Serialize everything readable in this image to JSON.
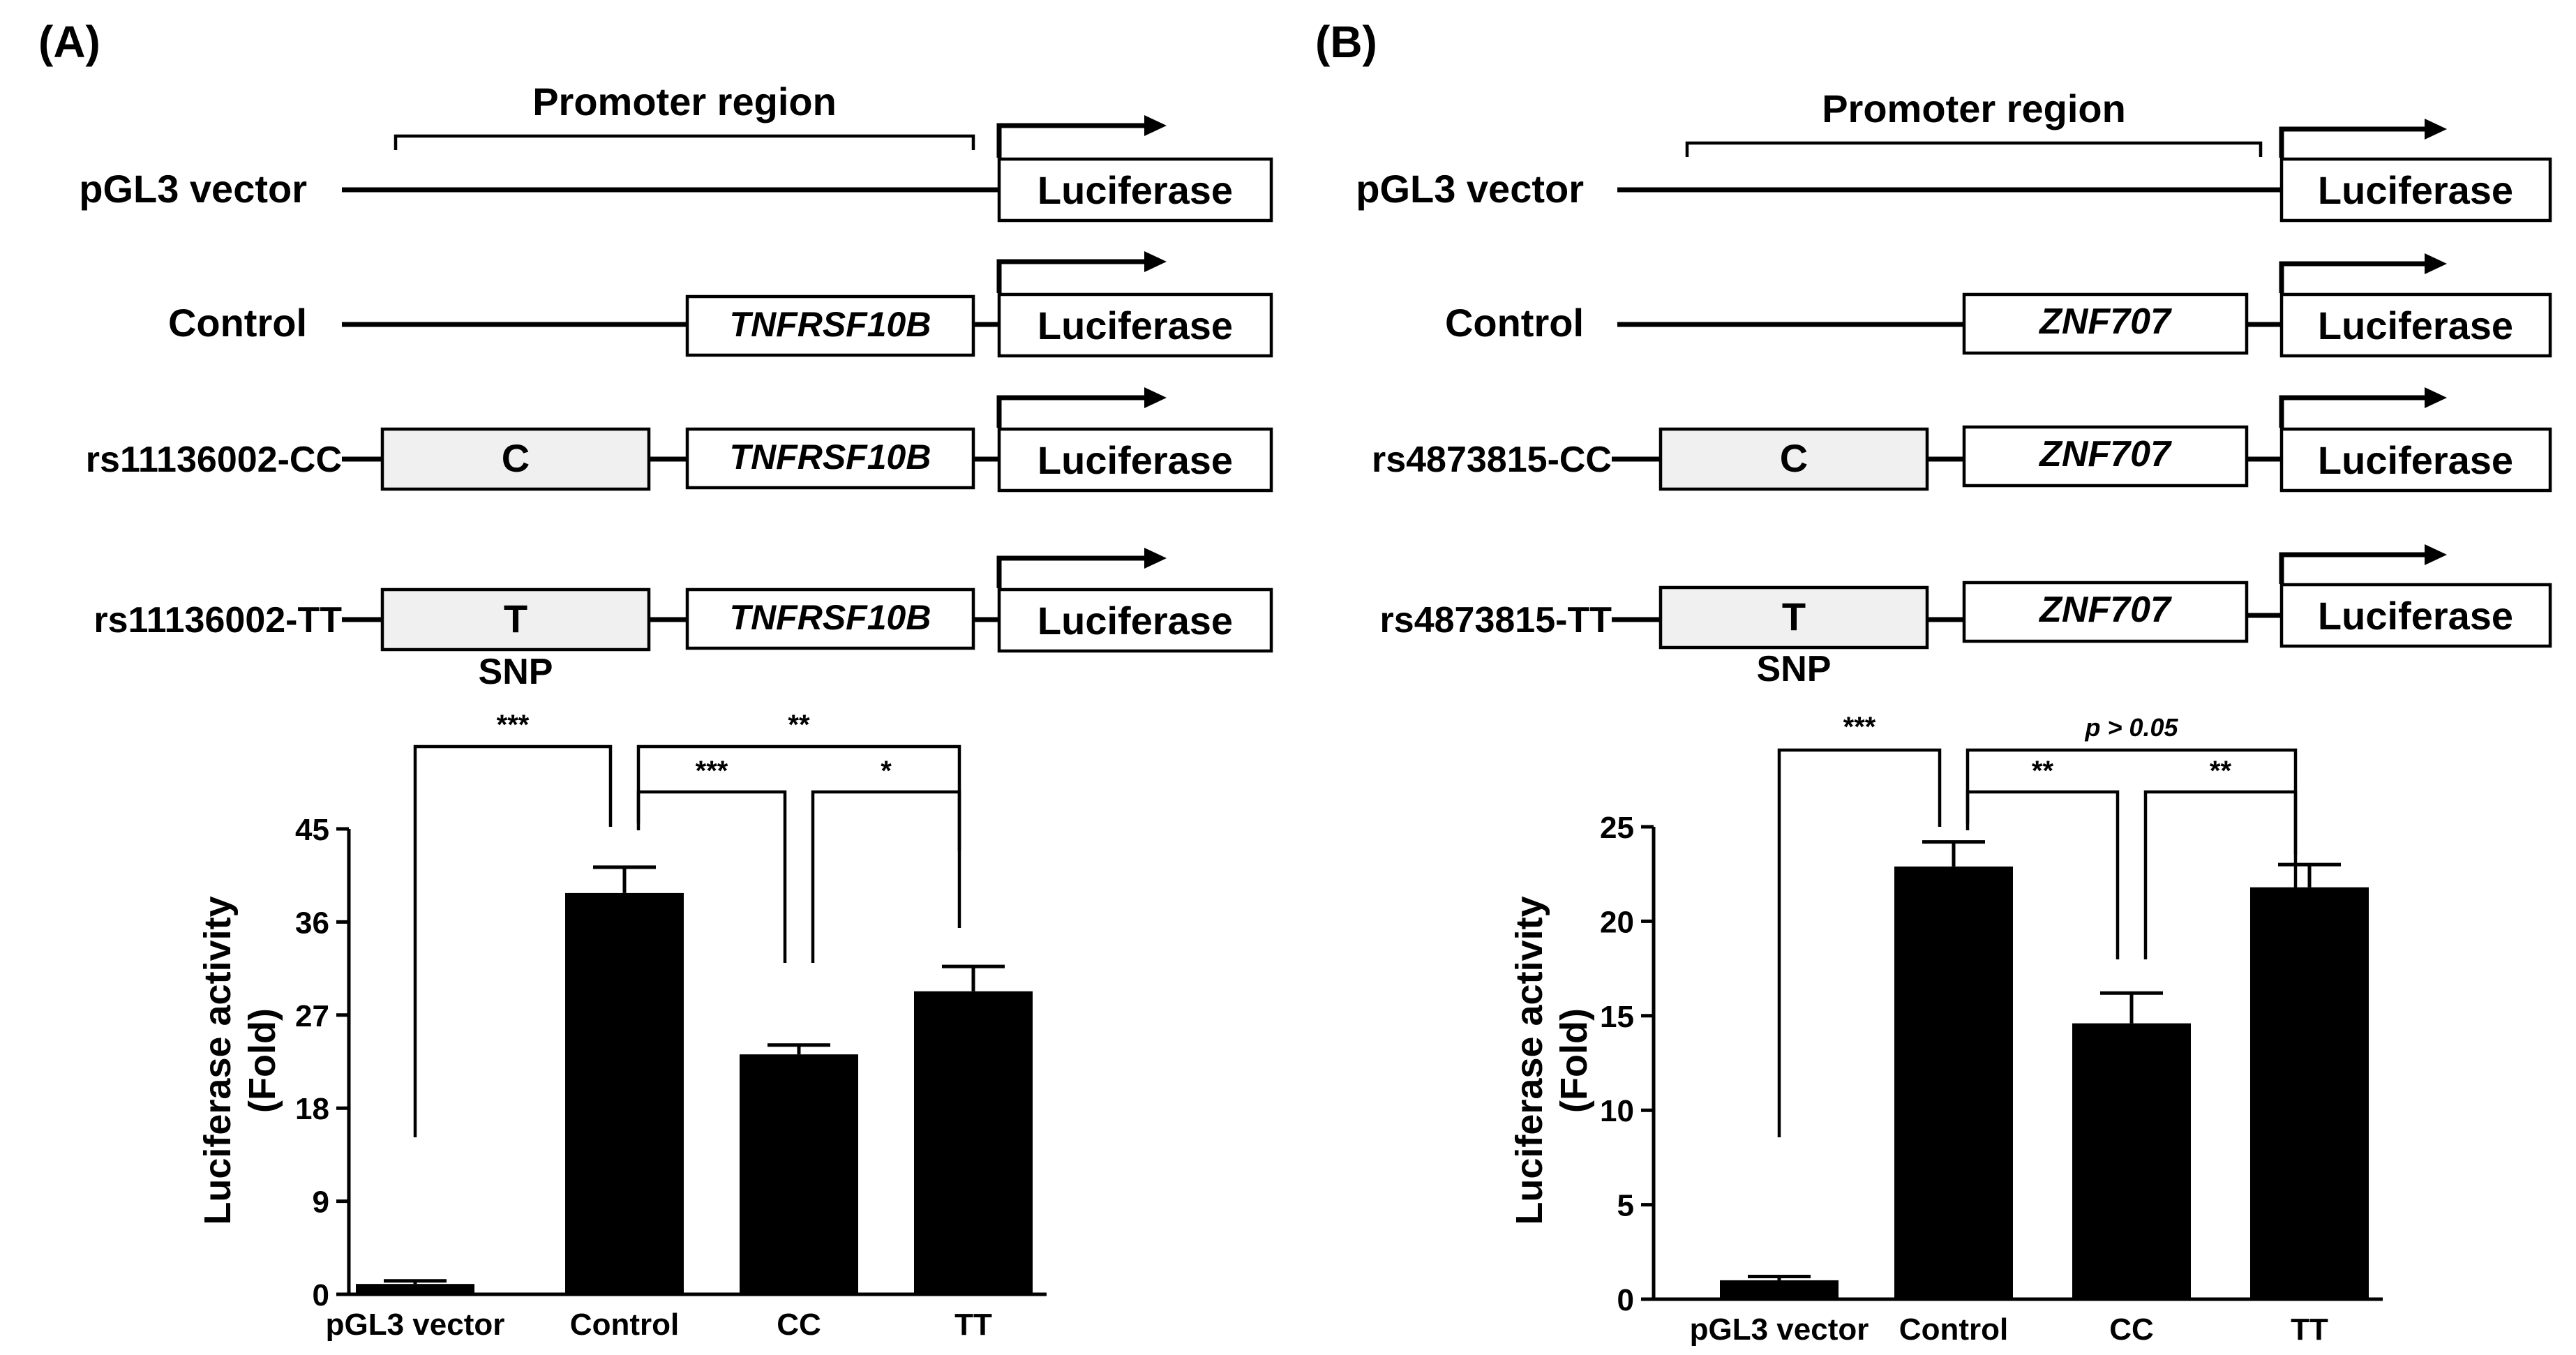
{
  "panels": [
    {
      "label": "(A)",
      "promoter_label": "Promoter region",
      "reporter_label": "Luciferase",
      "gene": "TNFRSF10B",
      "constructs": [
        {
          "name": "pGL3 vector",
          "allele": "",
          "has_gene": false
        },
        {
          "name": "Control",
          "allele": "",
          "has_gene": true
        },
        {
          "name": "rs11136002-CC",
          "allele": "C",
          "has_gene": true
        },
        {
          "name": "rs11136002-TT",
          "allele": "T",
          "has_gene": true
        }
      ],
      "snp_label": "SNP"
    },
    {
      "label": "(B)",
      "promoter_label": "Promoter region",
      "reporter_label": "Luciferase",
      "gene": "ZNF707",
      "constructs": [
        {
          "name": "pGL3 vector",
          "allele": "",
          "has_gene": false
        },
        {
          "name": "Control",
          "allele": "",
          "has_gene": true
        },
        {
          "name": "rs4873815-CC",
          "allele": "C",
          "has_gene": true
        },
        {
          "name": "rs4873815-TT",
          "allele": "T",
          "has_gene": true
        }
      ],
      "snp_label": "SNP"
    }
  ],
  "chart_data": [
    {
      "type": "bar",
      "panel": "(A)",
      "categories": [
        "pGL3 vector",
        "Control",
        "CC",
        "TT"
      ],
      "values": [
        1.0,
        38.8,
        23.2,
        29.3
      ],
      "errors": [
        0.3,
        2.5,
        0.9,
        2.4
      ],
      "ylabel_lines": [
        "Luciferase activity",
        "(Fold)"
      ],
      "ylim": [
        0,
        45
      ],
      "yticks": [
        0,
        9,
        18,
        27,
        36,
        45
      ],
      "bar_color": "#000000",
      "significance": [
        {
          "from": 0,
          "to": 1,
          "label": "***"
        },
        {
          "from": 1,
          "to": 3,
          "label": "**"
        },
        {
          "from": 1,
          "to": 2,
          "label": "***"
        },
        {
          "from": 2,
          "to": 3,
          "label": "*"
        }
      ]
    },
    {
      "type": "bar",
      "panel": "(B)",
      "categories": [
        "pGL3 vector",
        "Control",
        "CC",
        "TT"
      ],
      "values": [
        1.0,
        22.9,
        14.6,
        21.8
      ],
      "errors": [
        0.2,
        1.3,
        1.6,
        1.2
      ],
      "ylabel_lines": [
        "Luciferase activity",
        "(Fold)"
      ],
      "ylim": [
        0,
        25
      ],
      "yticks": [
        0,
        5,
        10,
        15,
        20,
        25
      ],
      "bar_color": "#000000",
      "significance": [
        {
          "from": 0,
          "to": 1,
          "label": "***"
        },
        {
          "from": 1,
          "to": 3,
          "label": "p > 0.05"
        },
        {
          "from": 1,
          "to": 2,
          "label": "**"
        },
        {
          "from": 2,
          "to": 3,
          "label": "**"
        }
      ]
    }
  ]
}
